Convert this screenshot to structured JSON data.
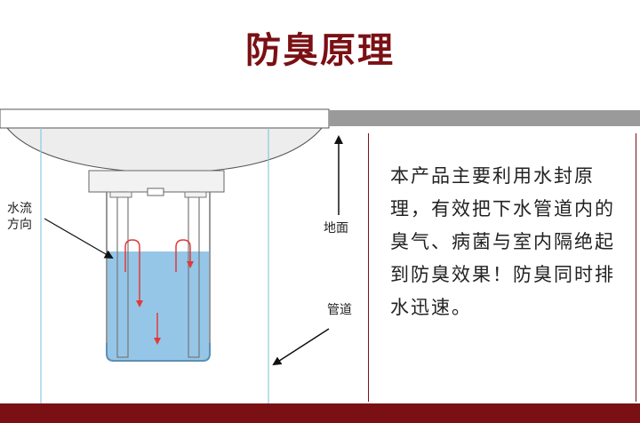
{
  "title": "防臭原理",
  "labels": {
    "flow_direction_line1": "水流",
    "flow_direction_line2": "方向",
    "floor": "地面",
    "pipe": "管道"
  },
  "description": "本产品主要利用水封原理，有效把下水管道内的臭气、病菌与室内隔绝起到防臭效果！防臭同时排水迅速。",
  "colors": {
    "title": "#7a1014",
    "bottom_bar": "#7a1014",
    "floor_slab": "#9a9a9a",
    "water": "#8fc3e6",
    "flow_arrow": "#e03a3a"
  }
}
